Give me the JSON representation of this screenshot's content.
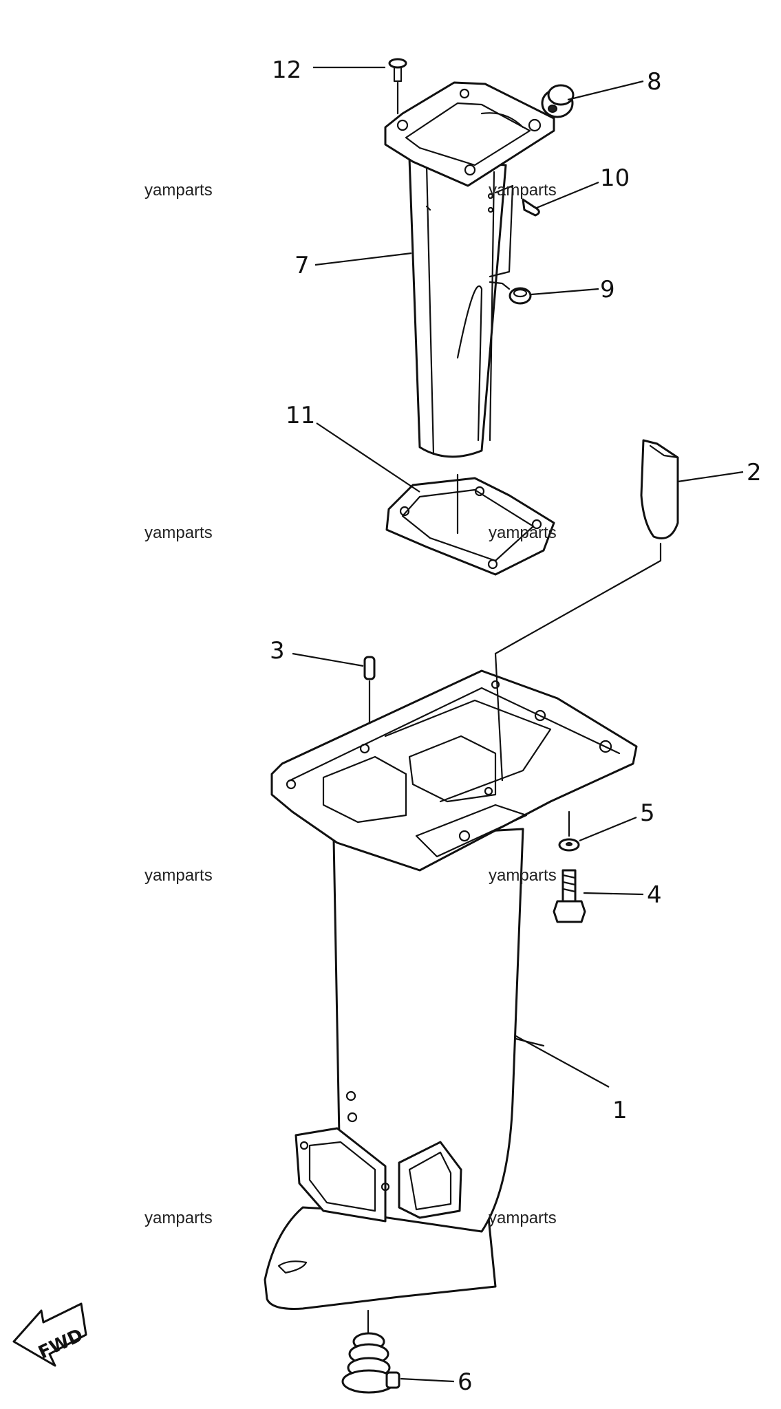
{
  "callouts": {
    "c1": "1",
    "c2": "2",
    "c3": "3",
    "c4": "4",
    "c5": "5",
    "c6": "6",
    "c7": "7",
    "c8": "8",
    "c9": "9",
    "c10": "10",
    "c11": "11",
    "c12": "12"
  },
  "direction_label": "FWD",
  "watermarks": [
    "yamparts",
    "yamparts",
    "yamparts",
    "yamparts",
    "yamparts",
    "yamparts",
    "yamparts",
    "yamparts"
  ]
}
